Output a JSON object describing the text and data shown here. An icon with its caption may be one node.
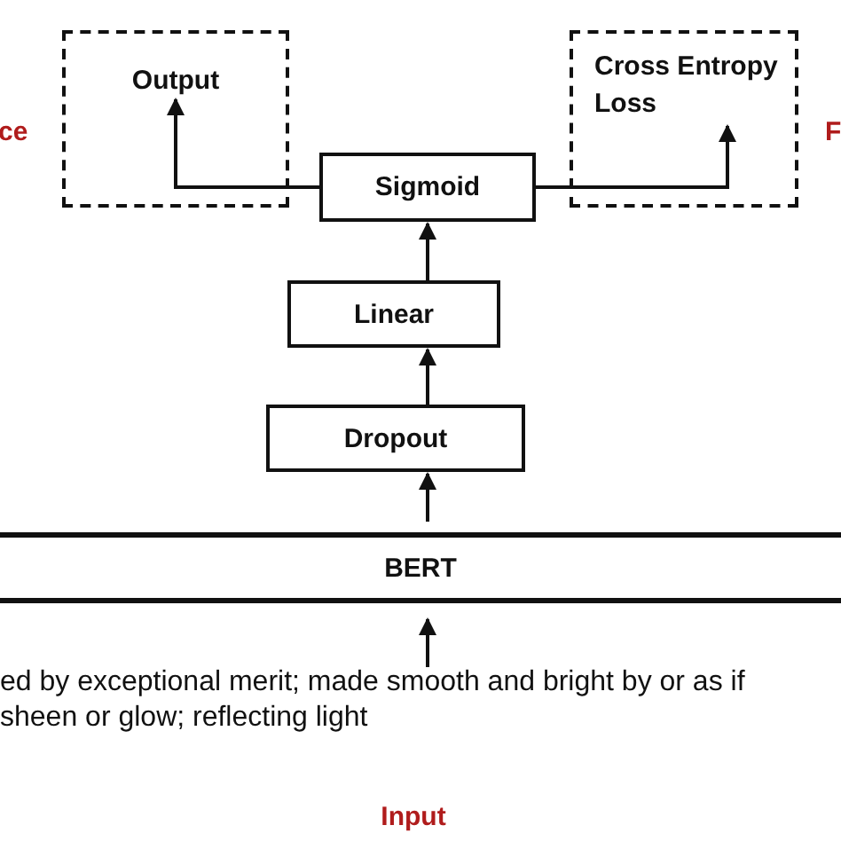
{
  "diagram": {
    "nodes": [
      {
        "text": [
          "Output"
        ]
      },
      {
        "text": [
          "Cross Entropy Loss"
        ]
      },
      {
        "text": [
          "Sigmoid"
        ]
      },
      {
        "text": [
          "Linear"
        ]
      },
      {
        "text": [
          "Dropout"
        ]
      },
      {
        "text": [
          "BERT"
        ]
      },
      {
        "text": [
          "ed by exceptional merit; made smooth and bright by or as if sheen or glow; reflecting light"
        ]
      }
    ],
    "edges": [
      {
        "from": 6,
        "to": 5,
        "arrow": "to"
      },
      {
        "from": 5,
        "to": 4,
        "arrow": "to"
      },
      {
        "from": 4,
        "to": 3,
        "arrow": "to"
      },
      {
        "from": 3,
        "to": 2,
        "arrow": "to"
      },
      {
        "from": 2,
        "to": 0,
        "arrow": "to"
      },
      {
        "from": 2,
        "to": 1,
        "arrow": "to"
      }
    ],
    "labels": [
      "ce",
      "F",
      "Input"
    ]
  }
}
